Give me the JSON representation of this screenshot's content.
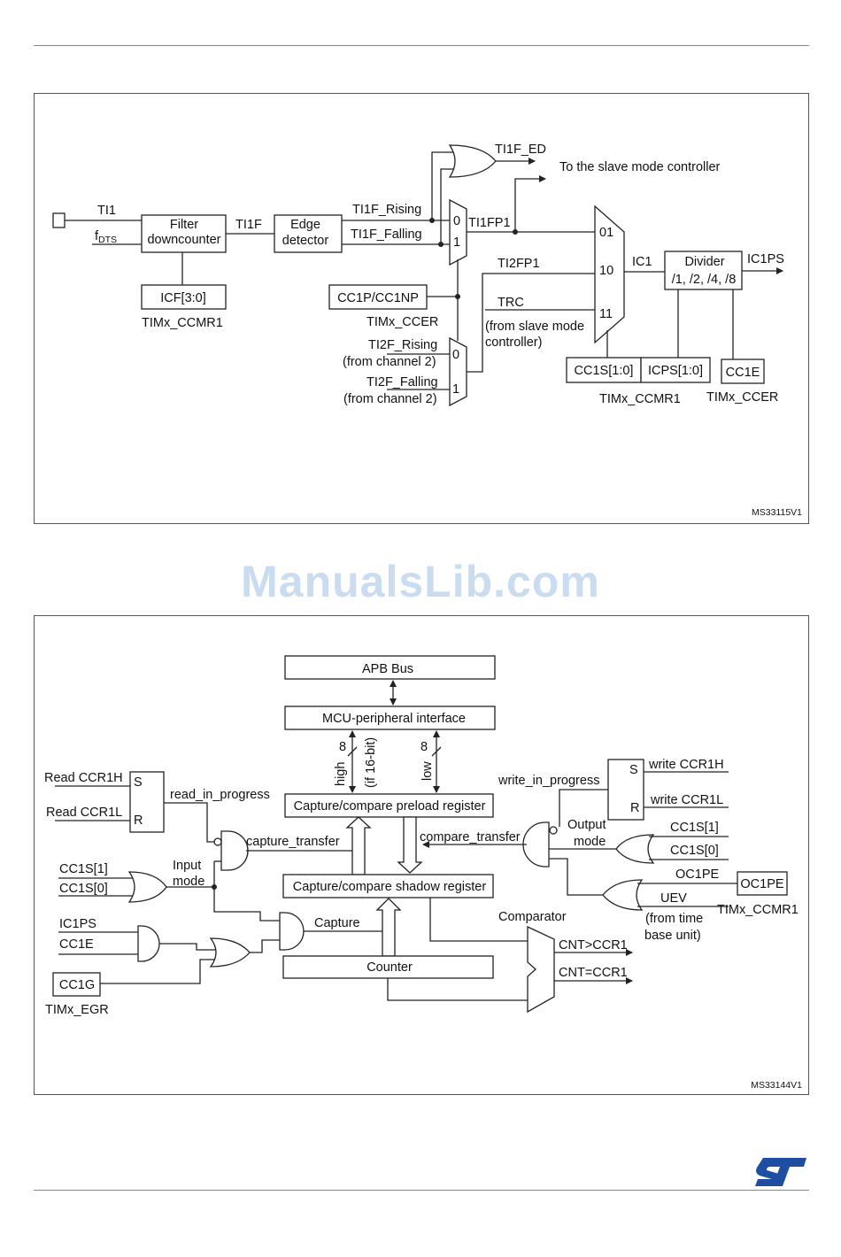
{
  "watermark": "ManualsLib.com",
  "logo": {
    "name": "st-logo",
    "text": "ST",
    "color": "#1e4ea1"
  },
  "diagram1": {
    "id": "MS33115V1",
    "ti1": "TI1",
    "fdts": "f",
    "fdts_sub": "DTS",
    "filter": [
      "Filter",
      "downcounter"
    ],
    "icf": "ICF[3:0]",
    "timx_ccmr1": "TIMx_CCMR1",
    "ti1f": "TI1F",
    "edge": [
      "Edge",
      "detector"
    ],
    "ti1f_rising": "TI1F_Rising",
    "ti1f_falling": "TI1F_Falling",
    "ti1f_ed": "TI1F_ED",
    "slave_mode": "To the slave mode controller",
    "mux0": "0",
    "mux1": "1",
    "ti1fp1": "TI1FP1",
    "cc1p": "CC1P/CC1NP",
    "timx_ccer": "TIMx_CCER",
    "ti2fp1": "TI2FP1",
    "trc": "TRC",
    "trc_note": [
      "(from slave mode",
      "controller)"
    ],
    "ti2f_rising": "TI2F_Rising",
    "ti2f_falling": "TI2F_Falling",
    "from_ch2": "(from channel 2)",
    "sel01": "01",
    "sel10": "10",
    "sel11": "11",
    "ic1": "IC1",
    "divider": [
      "Divider",
      "/1, /2, /4, /8"
    ],
    "ic1ps": "IC1PS",
    "cc1s": "CC1S[1:0]",
    "icps": "ICPS[1:0]",
    "cc1e": "CC1E",
    "timx_ccmr1_b": "TIMx_CCMR1",
    "timx_ccer_b": "TIMx_CCER"
  },
  "diagram2": {
    "id": "MS33144V1",
    "apb": "APB Bus",
    "mcu": "MCU-peripheral interface",
    "eight": "8",
    "high": "high",
    "if16": "(if 16-bit)",
    "low": "low",
    "preload": "Capture/compare preload register",
    "shadow": "Capture/compare shadow register",
    "counter": "Counter",
    "read_ccr1h": "Read CCR1H",
    "read_ccr1l": "Read CCR1L",
    "s": "S",
    "r": "R",
    "read_in_progress": "read_in_progress",
    "capture_transfer": "capture_transfer",
    "input_mode": [
      "Input",
      "mode"
    ],
    "cc1s1": "CC1S[1]",
    "cc1s0": "CC1S[0]",
    "ic1ps": "IC1PS",
    "cc1e": "CC1E",
    "cc1g": "CC1G",
    "timx_egr": "TIMx_EGR",
    "capture": "Capture",
    "write_in_progress": "write_in_progress",
    "write_ccr1h": "write CCR1H",
    "write_ccr1l": "write CCR1L",
    "compare_transfer": "compare_transfer",
    "output_mode": [
      "Output",
      "mode"
    ],
    "oc1pe": "OC1PE",
    "oc1pe_box": "OC1PE",
    "timx_ccmr1": "TIMx_CCMR1",
    "uev": "UEV",
    "uev_note": [
      "(from time",
      "base unit)"
    ],
    "comparator": "Comparator",
    "cnt_gt": "CNT>CCR1",
    "cnt_eq": "CNT=CCR1"
  }
}
